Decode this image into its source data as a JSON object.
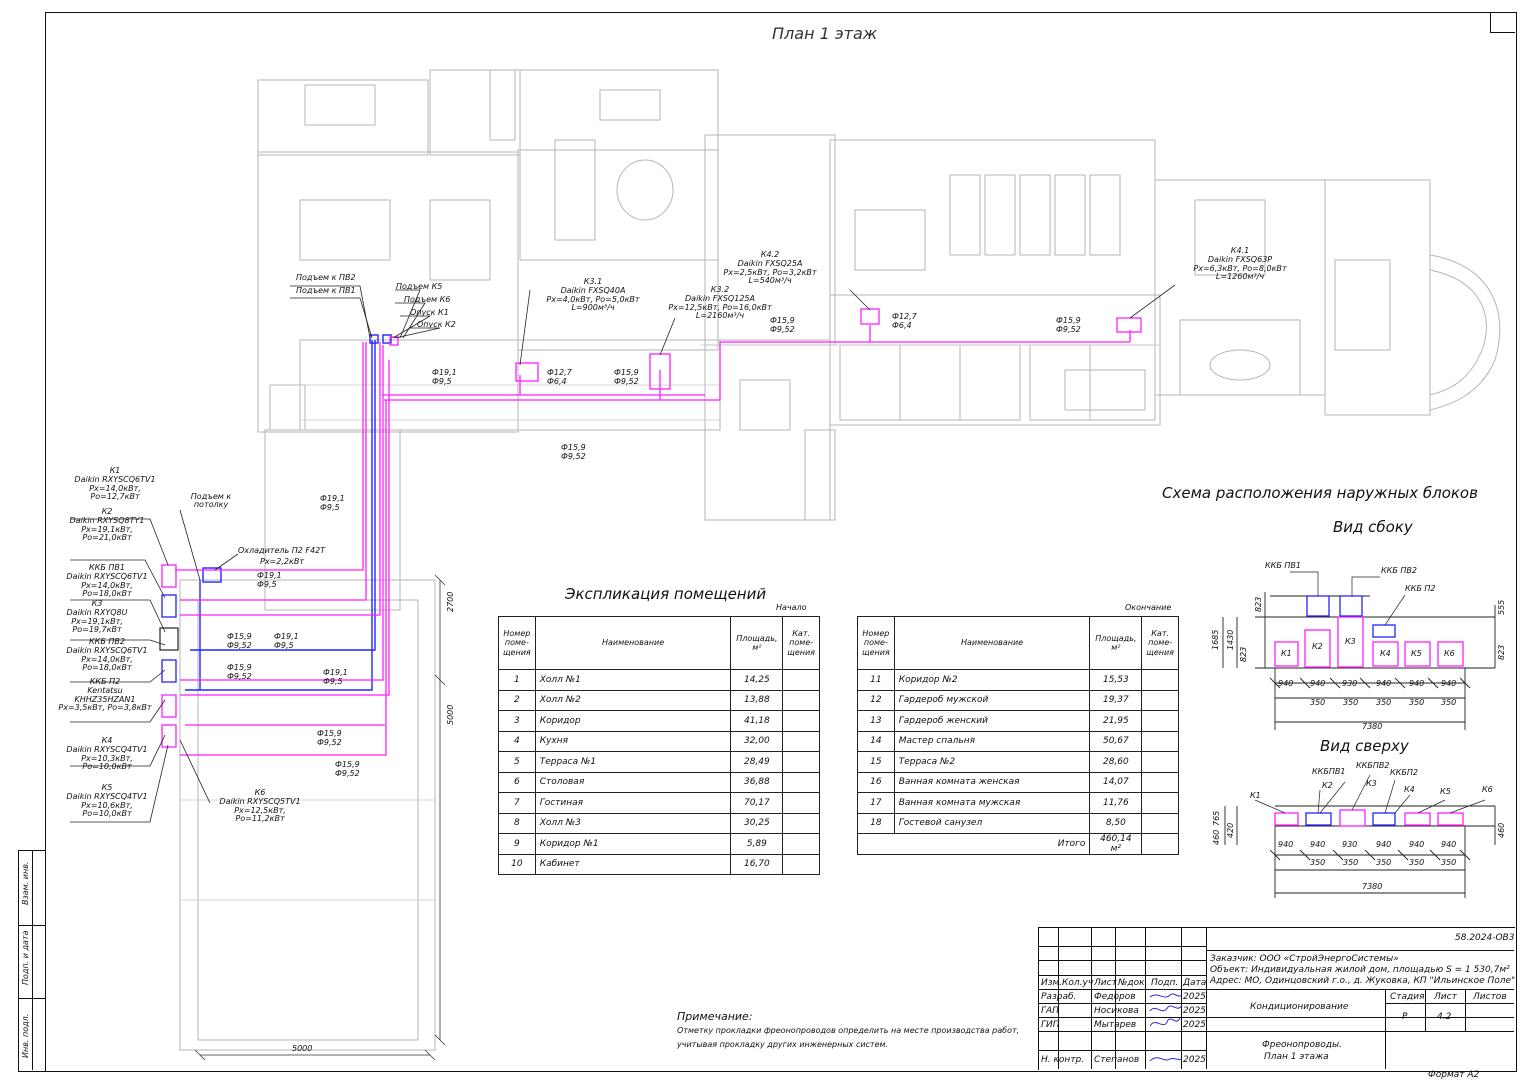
{
  "sheet": {
    "title": "План 1 этаж",
    "outdoor_scheme_title": "Схема расположения наружных блоков",
    "side_view": "Вид сбоку",
    "top_view": "Вид сверху",
    "format": "Формат А2",
    "note_title": "Примечание:",
    "note_l1": "Отметку прокладки фреонопроводов определить на месте производства работ,",
    "note_l2": "учитывая прокладку других инженерных систем."
  },
  "side_labels": [
    "Взам. инв.",
    "Подп. и дата",
    "Инв. подл."
  ],
  "plan_labels": {
    "ceil": "Подъем к потолку",
    "cooler_1": "Охладитель П2 F42T",
    "cooler_2": "Рх=2,2кВт",
    "lift_pv2": "Подъем к ПВ2",
    "lift_pv1": "Подъем к ПВ1",
    "lift_k5": "Подъем К5",
    "lift_k6": "Подъем К6",
    "drop_k1": "Опуск К1",
    "drop_k2": "Опуск К2",
    "dim_2700": "2700",
    "dim_5000v": "5000",
    "dim_5000h": "5000"
  },
  "indoor_units": [
    {
      "name": "К3.1",
      "model": "Daikin FXSQ40A",
      "p": "Рх=4,0кВт, Рo=5,0кВт",
      "l": "L=900м³/ч"
    },
    {
      "name": "К3.2",
      "model": "Daikin FXSQ125A",
      "p": "Рх=12,5кВт, Рo=16,0кВт",
      "l": "L=2160м³/ч"
    },
    {
      "name": "К4.2",
      "model": "Daikin FXSQ25A",
      "p": "Рх=2,5кВт, Рo=3,2кВт",
      "l": "L=540м³/ч"
    },
    {
      "name": "К4.1",
      "model": "Daikin FXSQ63P",
      "p": "Рх=6,3кВт, Рo=8,0кВт",
      "l": "L=1260м³/ч"
    }
  ],
  "outdoor_units": [
    {
      "name": "К1",
      "model": "Daikin RXYSCQ6TV1",
      "p1": "Рх=14,0кВт,",
      "p2": "Рo=12,7кВт"
    },
    {
      "name": "К2",
      "model": "Daikin RXYSQ8TY1",
      "p1": "Рх=19,1кВт,",
      "p2": "Рo=21,0кВт"
    },
    {
      "name": "ККБ ПВ1",
      "model": "Daikin RXYSCQ6TV1",
      "p1": "Рх=14,0кВт,",
      "p2": "Рo=18,0кВт"
    },
    {
      "name": "К3",
      "model": "Daikin RXYQ8U",
      "p1": "Рх=19,1кВт,",
      "p2": "Рo=19,7кВт"
    },
    {
      "name": "ККБ ПВ2",
      "model": "Daikin RXYSCQ6TV1",
      "p1": "Рх=14,0кВт,",
      "p2": "Рo=18,0кВт"
    },
    {
      "name": "ККБ П2",
      "model": "Kentatsu",
      "p1": "KHHZ35HZAN1",
      "p2": "Рх=3,5кВт, Рo=3,8кВт"
    },
    {
      "name": "К4",
      "model": "Daikin RXYSCQ4TV1",
      "p1": "Рх=10,3кВт,",
      "p2": "Рo=10,0кВт"
    },
    {
      "name": "К5",
      "model": "Daikin RXYSCQ4TV1",
      "p1": "Рх=10,6кВт,",
      "p2": "Рo=10,0кВт"
    },
    {
      "name": "К6",
      "model": "Daikin RXYSCQ5TV1",
      "p1": "Рх=12,5кВт,",
      "p2": "Рo=11,2кВт"
    }
  ],
  "pipe_labels": [
    {
      "a": "Ф19,1",
      "b": "Ф9,5"
    },
    {
      "a": "Ф12,7",
      "b": "Ф6,4"
    },
    {
      "a": "Ф15,9",
      "b": "Ф9,52"
    },
    {
      "a": "Ф15,9",
      "b": "Ф9,52"
    },
    {
      "a": "Ф12,7",
      "b": "Ф6,4"
    },
    {
      "a": "Ф15,9",
      "b": "Ф9,52"
    },
    {
      "a": "Ф15,9",
      "b": "Ф9,52"
    },
    {
      "a": "Ф19,1",
      "b": "Ф9,5"
    },
    {
      "a": "Ф19,1",
      "b": "Ф9,5"
    },
    {
      "a": "Ф15,9",
      "b": "Ф9,52"
    },
    {
      "a": "Ф19,1",
      "b": "Ф9,5"
    },
    {
      "a": "Ф15,9",
      "b": "Ф9,52"
    },
    {
      "a": "Ф19,1",
      "b": "Ф9,5"
    },
    {
      "a": "Ф15,9",
      "b": "Ф9,52"
    },
    {
      "a": "Ф15,9",
      "b": "Ф9,52"
    }
  ],
  "explication": {
    "title": "Экспликация помещений",
    "start": "Начало",
    "end": "Окончание",
    "headers": [
      "Номер поме- щения",
      "Наименование",
      "Площадь, м²",
      "Кат. поме- щения"
    ],
    "rows_left": [
      [
        "1",
        "Холл №1",
        "14,25"
      ],
      [
        "2",
        "Холл №2",
        "13,88"
      ],
      [
        "3",
        "Коридор",
        "41,18"
      ],
      [
        "4",
        "Кухня",
        "32,00"
      ],
      [
        "5",
        "Терраса №1",
        "28,49"
      ],
      [
        "6",
        "Столовая",
        "36,88"
      ],
      [
        "7",
        "Гостиная",
        "70,17"
      ],
      [
        "8",
        "Холл №3",
        "30,25"
      ],
      [
        "9",
        "Коридор №1",
        "5,89"
      ],
      [
        "10",
        "Кабинет",
        "16,70"
      ]
    ],
    "rows_right": [
      [
        "11",
        "Коридор №2",
        "15,53"
      ],
      [
        "12",
        "Гардероб мужской",
        "19,37"
      ],
      [
        "13",
        "Гардероб женский",
        "21,95"
      ],
      [
        "14",
        "Мастер спальня",
        "50,67"
      ],
      [
        "15",
        "Терраса №2",
        "28,60"
      ],
      [
        "16",
        "Ванная комната женская",
        "14,07"
      ],
      [
        "17",
        "Ванная комната мужская",
        "11,76"
      ],
      [
        "18",
        "Гостевой санузел",
        "8,50"
      ]
    ],
    "total_label": "Итого",
    "total_value": "460,14 м²"
  },
  "scheme": {
    "side_top": [
      "ККБ ПВ1",
      "ККБ ПВ2",
      "ККБ П2"
    ],
    "units": [
      "К1",
      "К2",
      "К3",
      "К4",
      "К5",
      "К6"
    ],
    "top_labels": [
      "К1",
      "К2",
      "ККБПВ1",
      "ККБПВ2",
      "К3",
      "ККБП2",
      "К4",
      "К5",
      "К6"
    ],
    "dims_row1": [
      "940",
      "940",
      "930",
      "940",
      "940",
      "940"
    ],
    "dims_row2": [
      "350",
      "350",
      "350",
      "350",
      "350"
    ],
    "dims_top_row1": [
      "940",
      "940",
      "930",
      "940",
      "940",
      "940"
    ],
    "total": "7380",
    "v_dims": [
      "823",
      "1430",
      "1685",
      "823",
      "555",
      "823"
    ],
    "t_dims": [
      "765",
      "420",
      "460",
      "460"
    ]
  },
  "title_block": {
    "code": "58.2024-ОВ3",
    "customer": "Заказчик: ООО «СтройЭнергоСистемы»",
    "object": "Объект:  Индивидуальная жилой дом, площадью S = 1 530,7м²",
    "address": "Адрес:  МО, Одинцовский г.о., д. Жуковка, КП \"Ильинское Поле\"",
    "col_headers": [
      "Изм.",
      "Кол.уч",
      "Лист",
      "№док",
      "Подп.",
      "Дата"
    ],
    "people": [
      {
        "role": "Разраб.",
        "name": "Федоров",
        "date": "2025"
      },
      {
        "role": "ГАП",
        "name": "Носикова",
        "date": "2025"
      },
      {
        "role": "ГИП",
        "name": "Мытарев",
        "date": "2025"
      },
      {
        "role": "Н. контр.",
        "name": "Степанов",
        "date": "2025"
      }
    ],
    "section": "Кондиционирование",
    "sheet_name_1": "Фреонопроводы.",
    "sheet_name_2": "План 1 этажа",
    "stage_h": "Стадия",
    "list_h": "Лист",
    "lists_h": "Листов",
    "stage": "Р",
    "list": "4.2",
    "lists": ""
  }
}
